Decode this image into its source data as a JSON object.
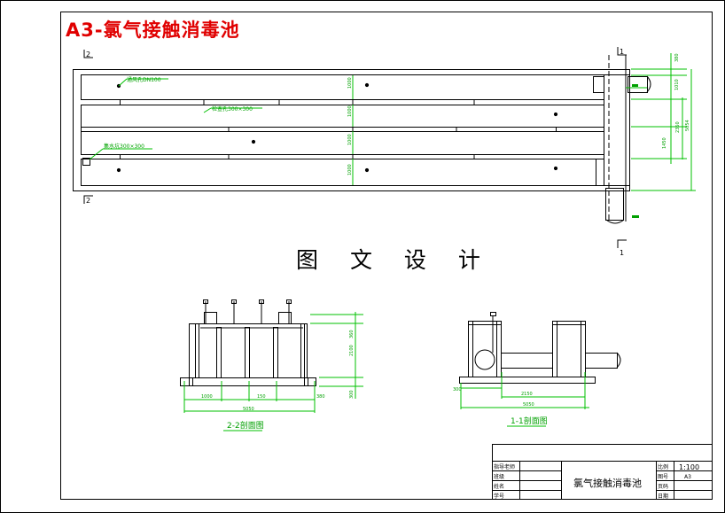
{
  "title": "A3-氯气接触消毒池",
  "watermark": "图 文 设 计",
  "plan": {
    "section_marks": [
      "2",
      "2",
      "1",
      "1"
    ],
    "labels": {
      "vent": "通风孔DN100",
      "inspection": "检查孔300×300",
      "sump": "集水坑300×300"
    },
    "dims_inner": [
      "1000",
      "1000",
      "1000",
      "1000"
    ],
    "dims_right": [
      "380",
      "1010",
      "1450",
      "2350",
      "5054"
    ]
  },
  "sections": {
    "s22": {
      "caption": "2-2剖面图",
      "dims_bottom": [
        "1000",
        "150",
        "380"
      ],
      "total": "5050",
      "dims_right": [
        "360",
        "2100",
        "300"
      ]
    },
    "s11": {
      "caption": "1-1剖面图",
      "dims_bottom": [
        "300",
        "2150"
      ],
      "total": "5050"
    }
  },
  "title_block": {
    "drawing_name": "氯气接触消毒池",
    "left_labels": [
      "指导老师",
      "班级",
      "姓名",
      "学号"
    ],
    "right_labels": [
      "比例",
      "图号",
      "页码",
      "日期"
    ],
    "scale": "1:100",
    "sheet": "A3"
  }
}
